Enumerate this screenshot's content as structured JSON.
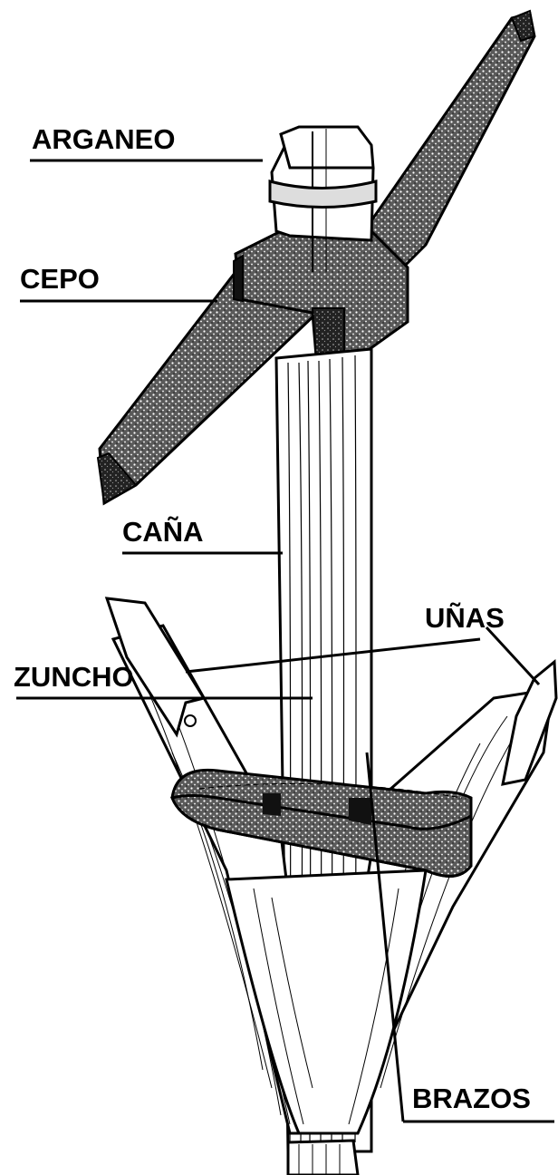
{
  "labels": {
    "arganeo": "ARGANEO",
    "cepo": "CEPO",
    "cana": "CAÑA",
    "unas": "UÑAS",
    "zuncho": "ZUNCHO",
    "brazos": "BRAZOS"
  },
  "colors": {
    "ink": "#000000",
    "paper": "#ffffff",
    "stipple": "#2a2a2a"
  }
}
